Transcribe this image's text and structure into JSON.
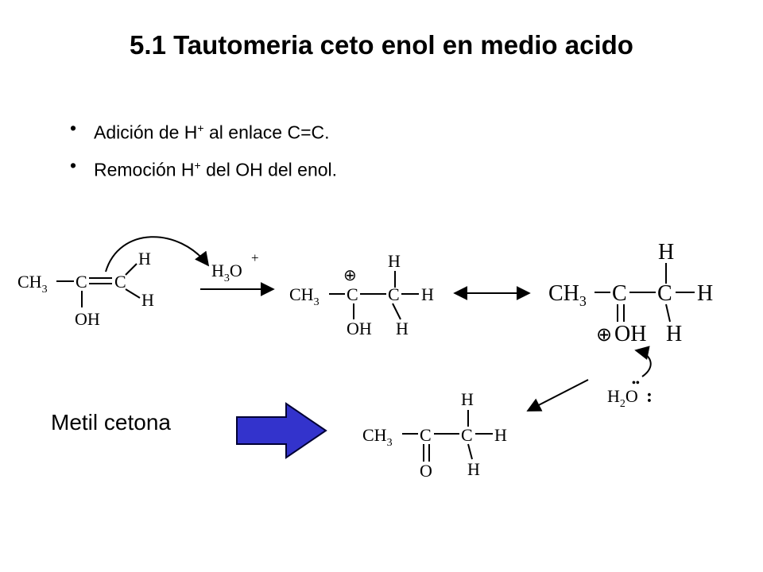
{
  "title": "5.1 Tautomeria ceto enol en medio acido",
  "bullets": [
    {
      "marker": "•",
      "before": "Adición de H",
      "sup": "+",
      "after": " al enlace C=C."
    },
    {
      "marker": "•",
      "before": "Remoción H",
      "sup": "+",
      "after": " del OH del enol."
    }
  ],
  "product_label": "Metil cetona",
  "arrow_color": "#3333cc",
  "atoms": {
    "ch3": "CH",
    "ch3_sub": "3",
    "c": "C",
    "h": "H",
    "o": "O",
    "oh": "OH",
    "h3o": "H",
    "h3o_sub": "3",
    "h3o_o": "O",
    "plus": "+",
    "h2o": "H",
    "h2o_sub": "2",
    "h2o_o": "O",
    "lone_pair": "••",
    "colon": ":",
    "cation": "⊕"
  }
}
